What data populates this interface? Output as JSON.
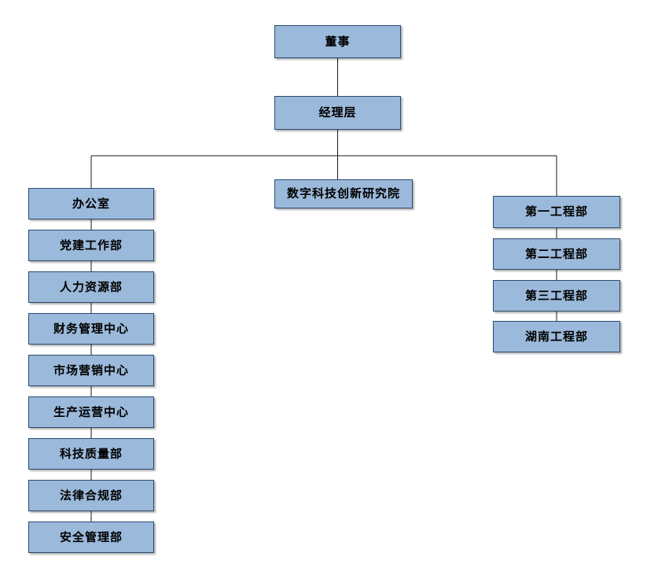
{
  "chart": {
    "type": "org-chart",
    "title": "",
    "orientation": "top-down",
    "colors": {
      "node_fill": "#9BB9DA",
      "node_border": "#2B4A6F",
      "connector": "#1A1A1A",
      "background": "#FFFFFF",
      "text": "#000000"
    },
    "levels": [
      {
        "level": 1,
        "nodes": [
          {
            "id": "board",
            "label": "董事"
          }
        ]
      },
      {
        "level": 2,
        "nodes": [
          {
            "id": "management",
            "label": "经理层"
          }
        ]
      },
      {
        "level": 3,
        "branches": [
          {
            "id": "left-branch",
            "nodes": [
              {
                "id": "office",
                "label": "办公室"
              },
              {
                "id": "party-affairs",
                "label": "党建工作部"
              },
              {
                "id": "human-resources",
                "label": "人力资源部"
              },
              {
                "id": "finance-center",
                "label": "财务管理中心"
              },
              {
                "id": "marketing-center",
                "label": "市场营销中心"
              },
              {
                "id": "operations-center",
                "label": "生产运营中心"
              },
              {
                "id": "tech-quality",
                "label": "科技质量部"
              },
              {
                "id": "legal-compliance",
                "label": "法律合规部"
              },
              {
                "id": "safety-management",
                "label": "安全管理部"
              }
            ]
          },
          {
            "id": "center-branch",
            "nodes": [
              {
                "id": "digital-research-institute",
                "label": "数字科技创新研究院"
              }
            ]
          },
          {
            "id": "right-branch",
            "nodes": [
              {
                "id": "engineering-dept-1",
                "label": "第一工程部"
              },
              {
                "id": "engineering-dept-2",
                "label": "第二工程部"
              },
              {
                "id": "engineering-dept-3",
                "label": "第三工程部"
              },
              {
                "id": "engineering-dept-hunan",
                "label": "湖南工程部"
              }
            ]
          }
        ]
      }
    ]
  }
}
